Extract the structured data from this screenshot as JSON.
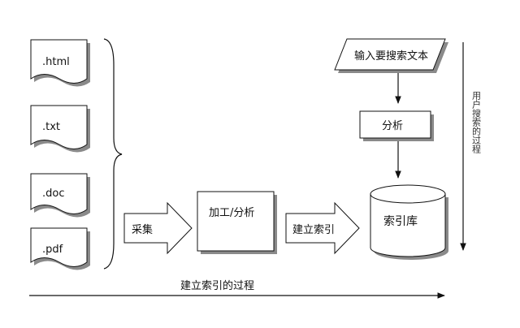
{
  "documents": [
    ".html",
    ".txt",
    ".doc",
    ".pdf"
  ],
  "steps": {
    "collect": "采集",
    "process": "加工/分析",
    "build_index": "建立索引",
    "index_store": "索引库",
    "input_text": "输入要搜索文本",
    "analyze": "分析"
  },
  "process_labels": {
    "indexing": "建立索引的过程",
    "user_search": "用户搜索的过程"
  },
  "colors": {
    "stroke": "#111111",
    "shadow": "#8a8a8a",
    "background": "#ffffff"
  }
}
